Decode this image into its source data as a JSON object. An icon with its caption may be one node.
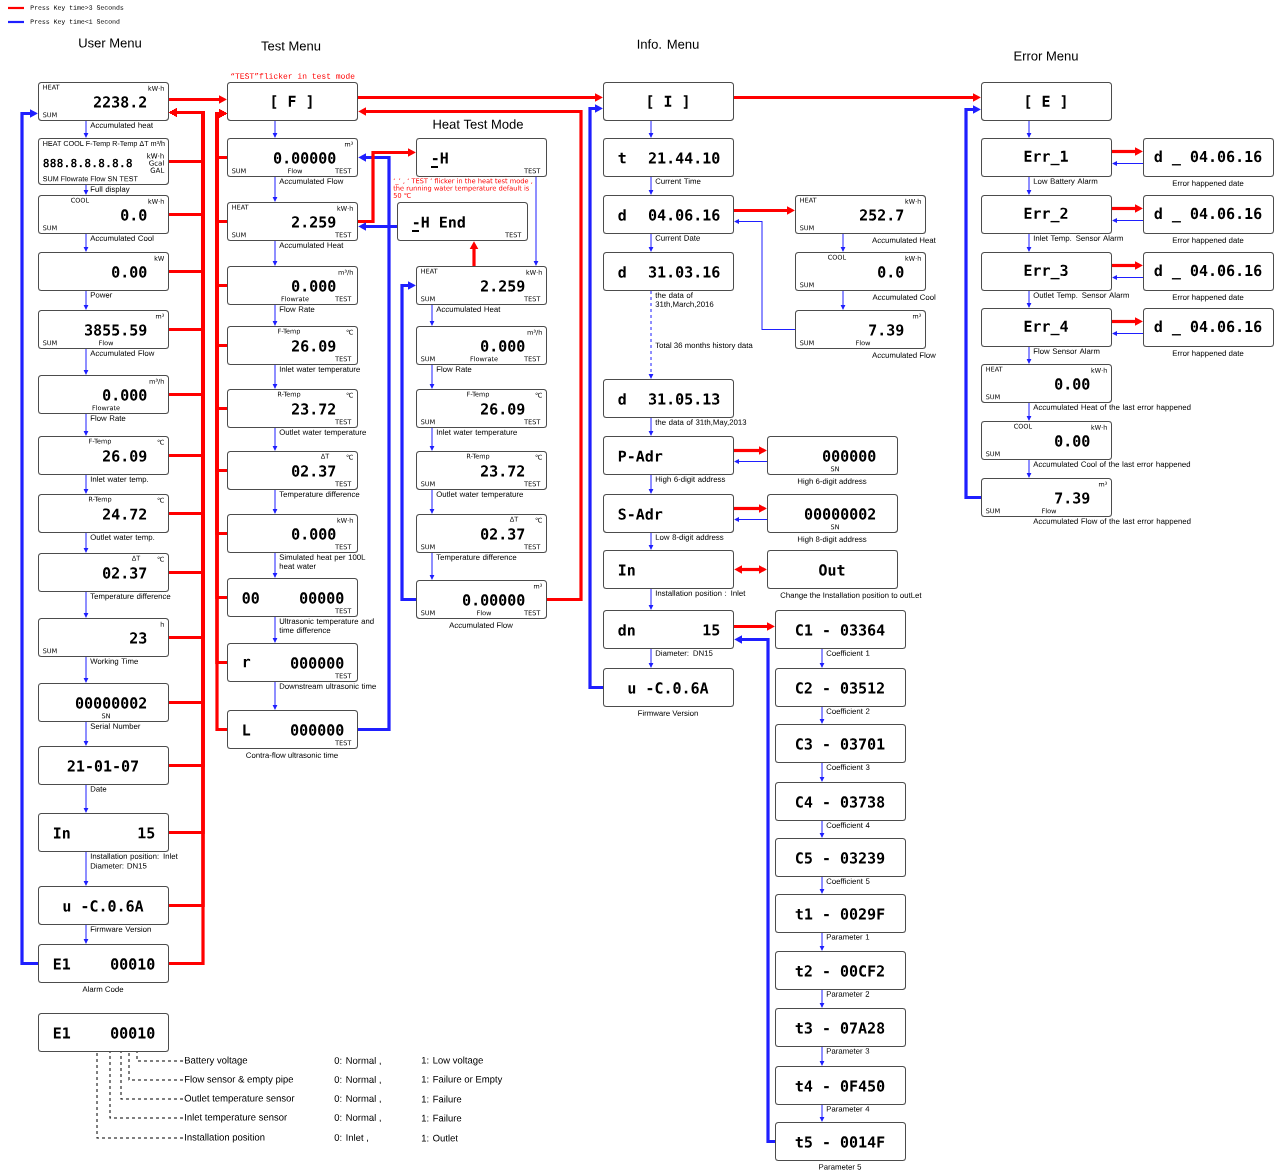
{
  "diagram": {
    "nodes": [
      {
        "text": [
          "HEAT",
          "kW·h",
          "2238.2",
          "SUM"
        ],
        "beside": [
          "Accumulated heat"
        ]
      },
      {
        "text": [
          "HEAT COOL F-Temp R-Temp ΔT m³/h",
          "888.8.8.8.8.8",
          "kW·h Gcal GAL",
          "SUM Flowrate Flow SN TEST"
        ],
        "beside": [
          "Full display"
        ]
      },
      {
        "text": [
          "COOL",
          "kW·h",
          "0.0",
          "SUM"
        ],
        "beside": [
          "Accumulated Cool"
        ]
      },
      {
        "text": [
          "kW",
          "0.00"
        ],
        "beside": [
          "Power"
        ]
      },
      {
        "text": [
          "m³",
          "3855.59",
          "SUM",
          "Flow"
        ],
        "beside": [
          "Accumulated Flow"
        ]
      },
      {
        "text": [
          "m³/h",
          "0.000",
          "Flowrate"
        ],
        "beside": [
          "Flow Rate"
        ]
      },
      {
        "text": [
          "F-Temp",
          "℃",
          "26.09"
        ],
        "beside": [
          "Inlet water temp."
        ]
      },
      {
        "text": [
          "R-Temp",
          "℃",
          "24.72"
        ],
        "beside": [
          "Outlet water temp."
        ]
      },
      {
        "text": [
          "ΔT",
          "℃",
          "02.37"
        ],
        "beside": [
          "Temperature difference"
        ]
      },
      {
        "text": [
          "h",
          "23",
          "SUM"
        ],
        "beside": [
          "Working Time"
        ]
      },
      {
        "text": [
          "00000002",
          "SN"
        ],
        "beside": [
          "Serial Number"
        ]
      },
      {
        "text": [
          "21-01-07"
        ],
        "beside": [
          "Date"
        ]
      },
      {
        "text": [
          "In",
          "15"
        ],
        "beside": [
          "Installation position: Inlet",
          "Diameter: DN15"
        ]
      },
      {
        "text": [
          "u -C.0.6A"
        ],
        "beside": [
          "Firmware Version"
        ]
      },
      {
        "text": [
          "E1",
          "00010"
        ],
        "beside": [
          "Alarm Code"
        ]
      },
      {
        "text": [
          "[ F ]"
        ],
        "beside": [
          "“TEST”flicker in test mode"
        ]
      },
      {
        "text": [
          "m³",
          "0.00000",
          "SUM",
          "Flow",
          "TEST"
        ],
        "beside": [
          "Accumulated Flow"
        ]
      },
      {
        "text": [
          "HEAT",
          "kW·h",
          "2.259",
          "SUM",
          "TEST"
        ],
        "beside": [
          "Accumulated Heat"
        ]
      },
      {
        "text": [
          "m³/h",
          "0.000",
          "Flowrate",
          "TEST"
        ],
        "beside": [
          "Flow Rate"
        ]
      },
      {
        "text": [
          "F-Temp",
          "℃",
          "26.09",
          "TEST"
        ],
        "beside": [
          "Inlet water temperature"
        ]
      },
      {
        "text": [
          "R-Temp",
          "℃",
          "23.72",
          "TEST"
        ],
        "beside": [
          "Outlet water temperature"
        ]
      },
      {
        "text": [
          "ΔT",
          "℃",
          "02.37",
          "TEST"
        ],
        "beside": [
          "Temperature difference"
        ]
      },
      {
        "text": [
          "kW·h",
          "0.000",
          "TEST"
        ],
        "beside": [
          "Simulated heat per 100L heat water"
        ]
      },
      {
        "text": [
          "00",
          "00000",
          "TEST"
        ],
        "beside": [
          "Ultrasonic temperature and time difference"
        ]
      },
      {
        "text": [
          "r",
          "000000",
          "TEST"
        ],
        "beside": [
          "Downstream ultrasonic time"
        ]
      },
      {
        "text": [
          "L",
          "000000",
          "TEST"
        ],
        "beside": [
          "Contra-flow ultrasonic time"
        ]
      },
      {
        "text": [
          "-H",
          "TEST"
        ]
      },
      {
        "text": [
          "-H End",
          "TEST"
        ]
      },
      {
        "text": [
          "HEAT",
          "kW·h",
          "2.259",
          "SUM",
          "TEST"
        ],
        "beside": [
          "Accumulated Heat"
        ]
      },
      {
        "text": [
          "m³/h",
          "0.000",
          "SUM",
          "Flowrate",
          "TEST"
        ],
        "beside": [
          "Flow Rate"
        ]
      },
      {
        "text": [
          "F-Temp",
          "℃",
          "26.09",
          "SUM",
          "TEST"
        ],
        "beside": [
          "Inlet water temperature"
        ]
      },
      {
        "text": [
          "R-Temp",
          "℃",
          "23.72",
          "SUM",
          "TEST"
        ],
        "beside": [
          "Outlet water temperature"
        ]
      },
      {
        "text": [
          "ΔT",
          "℃",
          "02.37",
          "SUM",
          "TEST"
        ],
        "beside": [
          "Temperature difference"
        ]
      },
      {
        "text": [
          "m³",
          "0.00000",
          "SUM",
          "Flow",
          "TEST"
        ],
        "beside": [
          "Accumulated Flow"
        ]
      },
      {
        "text": [
          "[ I ]"
        ]
      },
      {
        "text": [
          "t",
          "21.44.10"
        ],
        "beside": [
          "Current Time"
        ]
      },
      {
        "text": [
          "d",
          "04.06.16"
        ],
        "beside": [
          "Current Date"
        ]
      },
      {
        "text": [
          "d",
          "31.03.16"
        ],
        "beside": [
          "the data of 31th,March,2016"
        ]
      },
      {
        "text": [
          "d",
          "31.05.13"
        ],
        "beside": [
          "the data of 31th,May,2013"
        ]
      },
      {
        "text": [
          "P-Adr"
        ],
        "beside": [
          "High 6-digit address"
        ]
      },
      {
        "text": [
          "S-Adr"
        ],
        "beside": [
          "Low 8-digit address"
        ]
      },
      {
        "text": [
          "In"
        ],
        "beside": [
          "Installation position : Inlet"
        ]
      },
      {
        "text": [
          "dn",
          "15"
        ],
        "beside": [
          "Diameter: DN15"
        ]
      },
      {
        "text": [
          "u -C.0.6A"
        ],
        "beside": [
          "Firmware Version"
        ]
      },
      {
        "text": [
          "HEAT",
          "kW·h",
          "252.7",
          "SUM"
        ],
        "beside": [
          "Accumulated Heat"
        ]
      },
      {
        "text": [
          "COOL",
          "kW·h",
          "0.0",
          "SUM"
        ],
        "beside": [
          "Accumulated Cool"
        ]
      },
      {
        "text": [
          "m³",
          "7.39",
          "SUM",
          "Flow"
        ],
        "beside": [
          "Accumulated Flow"
        ]
      },
      {
        "text": [
          "000000",
          "SN"
        ],
        "beside": [
          "High 6-digit address"
        ]
      },
      {
        "text": [
          "00000002",
          "SN"
        ],
        "beside": [
          "High 8-digit address"
        ]
      },
      {
        "text": [
          "Out"
        ],
        "beside": [
          "Change the Installation position to outLet"
        ]
      },
      {
        "text": [
          "C1 - 03364"
        ],
        "beside": [
          "Coefficient 1"
        ]
      },
      {
        "text": [
          "C2 - 03512"
        ],
        "beside": [
          "Coefficient 2"
        ]
      },
      {
        "text": [
          "C3 - 03701"
        ],
        "beside": [
          "Coefficient 3"
        ]
      },
      {
        "text": [
          "C4 - 03738"
        ],
        "beside": [
          "Coefficient 4"
        ]
      },
      {
        "text": [
          "C5 - 03239"
        ],
        "beside": [
          "Coefficient 5"
        ]
      },
      {
        "text": [
          "t1 - 0029F"
        ],
        "beside": [
          "Parameter 1"
        ]
      },
      {
        "text": [
          "t2 - 00CF2"
        ],
        "beside": [
          "Parameter 2"
        ]
      },
      {
        "text": [
          "t3 - 07A28"
        ],
        "beside": [
          "Parameter 3"
        ]
      },
      {
        "text": [
          "t4 - 0F450"
        ],
        "beside": [
          "Parameter 4"
        ]
      },
      {
        "text": [
          "t5 - 0014F"
        ],
        "beside": [
          "Parameter 5"
        ]
      },
      {
        "text": [
          "[ E ]"
        ]
      },
      {
        "text": [
          "Err_1"
        ],
        "beside": [
          "Low Battery Alarm"
        ]
      },
      {
        "text": [
          "Err_2"
        ],
        "beside": [
          "Inlet Temp. Sensor Alarm"
        ]
      },
      {
        "text": [
          "Err_3"
        ],
        "beside": [
          "Outlet Temp. Sensor Alarm"
        ]
      },
      {
        "text": [
          "Err_4"
        ],
        "beside": [
          "Flow Sensor Alarm"
        ]
      },
      {
        "text": [
          "HEAT",
          "kW·h",
          "0.00",
          "SUM"
        ],
        "beside": [
          "Accumulated Heat of the last error happened"
        ]
      },
      {
        "text": [
          "COOL",
          "kW·h",
          "0.00",
          "SUM"
        ],
        "beside": [
          "Accumulated Cool of the last error happened"
        ]
      },
      {
        "text": [
          "m³",
          "7.39",
          "SUM",
          "Flow"
        ],
        "beside": [
          "Accumulated Flow of the last error happened"
        ]
      },
      {
        "text": [
          "d _ 04.06.16"
        ],
        "beside": [
          "Error happened date"
        ]
      },
      {
        "text": [
          "d _ 04.06.16"
        ],
        "beside": [
          "Error happened date"
        ]
      },
      {
        "text": [
          "d _ 04.06.16"
        ],
        "beside": [
          "Error happened date"
        ]
      },
      {
        "text": [
          "d _ 04.06.16"
        ],
        "beside": [
          "Error happened date"
        ]
      },
      {
        "text": [
          "E1",
          "00010"
        ]
      },
      {
        "text": [
          "Battery voltage"
        ]
      },
      {
        "text": [
          "Flow sensor & empty pipe"
        ]
      },
      {
        "text": [
          "Outlet temperature sensor"
        ]
      },
      {
        "text": [
          "Inlet temperature sensor"
        ]
      },
      {
        "text": [
          "Installation position"
        ]
      }
    ],
    "edges": [
      {
        "from": 0,
        "to": 15,
        "arrow": "to",
        "style": "thick",
        "color": "#ff0000"
      },
      {
        "from": 0,
        "to": 1,
        "arrow": "to"
      },
      {
        "from": 1,
        "to": 2,
        "arrow": "to"
      },
      {
        "from": 2,
        "to": 3,
        "arrow": "to"
      },
      {
        "from": 3,
        "to": 4,
        "arrow": "to"
      },
      {
        "from": 4,
        "to": 5,
        "arrow": "to"
      },
      {
        "from": 5,
        "to": 6,
        "arrow": "to"
      },
      {
        "from": 6,
        "to": 7,
        "arrow": "to"
      },
      {
        "from": 7,
        "to": 8,
        "arrow": "to"
      },
      {
        "from": 8,
        "to": 9,
        "arrow": "to"
      },
      {
        "from": 9,
        "to": 10,
        "arrow": "to"
      },
      {
        "from": 10,
        "to": 11,
        "arrow": "to"
      },
      {
        "from": 11,
        "to": 12,
        "arrow": "to"
      },
      {
        "from": 12,
        "to": 13,
        "arrow": "to"
      },
      {
        "from": 13,
        "to": 14,
        "arrow": "to"
      },
      {
        "from": 1,
        "to": 0,
        "arrow": "to",
        "style": "thick",
        "color": "#ff0000"
      },
      {
        "from": 2,
        "to": 0,
        "arrow": "to",
        "style": "thick",
        "color": "#ff0000"
      },
      {
        "from": 3,
        "to": 0,
        "arrow": "to",
        "style": "thick",
        "color": "#ff0000"
      },
      {
        "from": 4,
        "to": 0,
        "arrow": "to",
        "style": "thick",
        "color": "#ff0000"
      },
      {
        "from": 5,
        "to": 0,
        "arrow": "to",
        "style": "thick",
        "color": "#ff0000"
      },
      {
        "from": 6,
        "to": 0,
        "arrow": "to",
        "style": "thick",
        "color": "#ff0000"
      },
      {
        "from": 7,
        "to": 0,
        "arrow": "to",
        "style": "thick",
        "color": "#ff0000"
      },
      {
        "from": 8,
        "to": 0,
        "arrow": "to",
        "style": "thick",
        "color": "#ff0000"
      },
      {
        "from": 9,
        "to": 0,
        "arrow": "to",
        "style": "thick",
        "color": "#ff0000"
      },
      {
        "from": 10,
        "to": 0,
        "arrow": "to",
        "style": "thick",
        "color": "#ff0000"
      },
      {
        "from": 11,
        "to": 0,
        "arrow": "to",
        "style": "thick",
        "color": "#ff0000"
      },
      {
        "from": 12,
        "to": 0,
        "arrow": "to",
        "style": "thick",
        "color": "#ff0000"
      },
      {
        "from": 13,
        "to": 0,
        "arrow": "to",
        "style": "thick",
        "color": "#ff0000"
      },
      {
        "from": 14,
        "to": 0,
        "arrow": "to",
        "style": "thick",
        "color": "#ff0000"
      },
      {
        "from": 14,
        "to": 0,
        "arrow": "to",
        "style": "thick"
      },
      {
        "from": 15,
        "to": 16,
        "arrow": "to"
      },
      {
        "from": 16,
        "to": 17,
        "arrow": "to"
      },
      {
        "from": 17,
        "to": 18,
        "arrow": "to"
      },
      {
        "from": 18,
        "to": 19,
        "arrow": "to"
      },
      {
        "from": 19,
        "to": 20,
        "arrow": "to"
      },
      {
        "from": 20,
        "to": 21,
        "arrow": "to"
      },
      {
        "from": 21,
        "to": 22,
        "arrow": "to"
      },
      {
        "from": 22,
        "to": 23,
        "arrow": "to"
      },
      {
        "from": 23,
        "to": 24,
        "arrow": "to"
      },
      {
        "from": 24,
        "to": 25,
        "arrow": "to"
      },
      {
        "from": 16,
        "to": 15,
        "arrow": "to",
        "style": "thick",
        "color": "#ff0000"
      },
      {
        "from": 17,
        "to": 15,
        "arrow": "to",
        "style": "thick",
        "color": "#ff0000"
      },
      {
        "from": 18,
        "to": 15,
        "arrow": "to",
        "style": "thick",
        "color": "#ff0000"
      },
      {
        "from": 19,
        "to": 15,
        "arrow": "to",
        "style": "thick",
        "color": "#ff0000"
      },
      {
        "from": 20,
        "to": 15,
        "arrow": "to",
        "style": "thick",
        "color": "#ff0000"
      },
      {
        "from": 21,
        "to": 15,
        "arrow": "to",
        "style": "thick",
        "color": "#ff0000"
      },
      {
        "from": 22,
        "to": 15,
        "arrow": "to",
        "style": "thick",
        "color": "#ff0000"
      },
      {
        "from": 23,
        "to": 15,
        "arrow": "to",
        "style": "thick",
        "color": "#ff0000"
      },
      {
        "from": 24,
        "to": 15,
        "arrow": "to",
        "style": "thick",
        "color": "#ff0000"
      },
      {
        "from": 25,
        "to": 15,
        "arrow": "to",
        "style": "thick",
        "color": "#ff0000"
      },
      {
        "from": 25,
        "to": 16,
        "arrow": "to",
        "style": "thick"
      },
      {
        "from": 15,
        "to": 34,
        "arrow": "to",
        "style": "thick",
        "color": "#ff0000"
      },
      {
        "from": 33,
        "to": 15,
        "arrow": "to",
        "style": "thick",
        "color": "#ff0000"
      },
      {
        "from": 17,
        "to": 26,
        "arrow": "to",
        "style": "thick",
        "color": "#ff0000"
      },
      {
        "from": 27,
        "to": 17,
        "arrow": "to",
        "style": "thick"
      },
      {
        "from": 26,
        "to": 28,
        "arrow": "to"
      },
      {
        "from": 28,
        "to": 27,
        "arrow": "to",
        "style": "thick",
        "color": "#ff0000"
      },
      {
        "from": 28,
        "to": 29,
        "arrow": "to"
      },
      {
        "from": 29,
        "to": 30,
        "arrow": "to"
      },
      {
        "from": 30,
        "to": 31,
        "arrow": "to"
      },
      {
        "from": 31,
        "to": 32,
        "arrow": "to"
      },
      {
        "from": 32,
        "to": 33,
        "arrow": "to"
      },
      {
        "from": 33,
        "to": 28,
        "arrow": "to",
        "style": "thick"
      },
      {
        "from": 34,
        "to": 35,
        "arrow": "to"
      },
      {
        "from": 35,
        "to": 36,
        "arrow": "to"
      },
      {
        "from": 36,
        "to": 37,
        "arrow": "to"
      },
      {
        "from": 37,
        "to": 38,
        "arrow": "to",
        "style": "dashed",
        "label": "Total 36 months history data"
      },
      {
        "from": 38,
        "to": 39,
        "arrow": "to"
      },
      {
        "from": 39,
        "to": 40,
        "arrow": "to"
      },
      {
        "from": 40,
        "to": 41,
        "arrow": "to"
      },
      {
        "from": 41,
        "to": 42,
        "arrow": "to"
      },
      {
        "from": 42,
        "to": 43,
        "arrow": "to"
      },
      {
        "from": 43,
        "to": 34,
        "arrow": "to",
        "style": "thick"
      },
      {
        "from": 34,
        "to": 60,
        "arrow": "to",
        "style": "thick",
        "color": "#ff0000"
      },
      {
        "from": 36,
        "to": 44,
        "arrow": "to",
        "style": "thick",
        "color": "#ff0000"
      },
      {
        "from": 44,
        "to": 45,
        "arrow": "to"
      },
      {
        "from": 45,
        "to": 46,
        "arrow": "to"
      },
      {
        "from": 46,
        "to": 36,
        "arrow": "to"
      },
      {
        "from": 39,
        "to": 47,
        "arrow": "to",
        "style": "thick",
        "color": "#ff0000"
      },
      {
        "from": 47,
        "to": 39,
        "arrow": "to"
      },
      {
        "from": 40,
        "to": 48,
        "arrow": "to",
        "style": "thick",
        "color": "#ff0000"
      },
      {
        "from": 48,
        "to": 40,
        "arrow": "to"
      },
      {
        "from": 41,
        "to": 49,
        "arrow": "both",
        "style": "thick",
        "color": "#ff0000"
      },
      {
        "from": 42,
        "to": 50,
        "arrow": "to",
        "style": "thick",
        "color": "#ff0000"
      },
      {
        "from": 50,
        "to": 51,
        "arrow": "to"
      },
      {
        "from": 51,
        "to": 52,
        "arrow": "to"
      },
      {
        "from": 52,
        "to": 53,
        "arrow": "to"
      },
      {
        "from": 53,
        "to": 54,
        "arrow": "to"
      },
      {
        "from": 54,
        "to": 55,
        "arrow": "to"
      },
      {
        "from": 55,
        "to": 56,
        "arrow": "to"
      },
      {
        "from": 56,
        "to": 57,
        "arrow": "to"
      },
      {
        "from": 57,
        "to": 58,
        "arrow": "to"
      },
      {
        "from": 58,
        "to": 59,
        "arrow": "to"
      },
      {
        "from": 59,
        "to": 42,
        "arrow": "to",
        "style": "thick"
      },
      {
        "from": 60,
        "to": 61,
        "arrow": "to"
      },
      {
        "from": 61,
        "to": 62,
        "arrow": "to"
      },
      {
        "from": 62,
        "to": 63,
        "arrow": "to"
      },
      {
        "from": 63,
        "to": 64,
        "arrow": "to"
      },
      {
        "from": 64,
        "to": 65,
        "arrow": "to"
      },
      {
        "from": 65,
        "to": 66,
        "arrow": "to"
      },
      {
        "from": 66,
        "to": 67,
        "arrow": "to"
      },
      {
        "from": 67,
        "to": 60,
        "arrow": "to",
        "style": "thick"
      },
      {
        "from": 61,
        "to": 68,
        "arrow": "to",
        "style": "thick",
        "color": "#ff0000"
      },
      {
        "from": 68,
        "to": 61,
        "arrow": "to"
      },
      {
        "from": 62,
        "to": 69,
        "arrow": "to",
        "style": "thick",
        "color": "#ff0000"
      },
      {
        "from": 69,
        "to": 62,
        "arrow": "to"
      },
      {
        "from": 63,
        "to": 70,
        "arrow": "to",
        "style": "thick",
        "color": "#ff0000"
      },
      {
        "from": 70,
        "to": 63,
        "arrow": "to"
      },
      {
        "from": 64,
        "to": 71,
        "arrow": "to",
        "style": "thick",
        "color": "#ff0000"
      },
      {
        "from": 71,
        "to": 64,
        "arrow": "to"
      },
      {
        "from": 73,
        "to": 72,
        "arrow": "none",
        "style": "dashed",
        "color": "#000000"
      },
      {
        "from": 74,
        "to": 72,
        "arrow": "none",
        "style": "dashed",
        "color": "#000000"
      },
      {
        "from": 75,
        "to": 72,
        "arrow": "none",
        "style": "dashed",
        "color": "#000000"
      },
      {
        "from": 76,
        "to": 72,
        "arrow": "none",
        "style": "dashed",
        "color": "#000000"
      },
      {
        "from": 77,
        "to": 72,
        "arrow": "none",
        "style": "dashed",
        "color": "#000000"
      }
    ],
    "labels": [
      "User Menu",
      "Test Menu",
      "Info. Menu",
      "Error Menu",
      "Heat Test Mode",
      "‘_’ , ‘ TEST ’ flicker in the heat test mode , the running water temperature default is 50 ℃",
      "0: Normal ,",
      "1: Low voltage",
      "0: Normal ,",
      "1: Failure or Empty",
      "0: Normal ,",
      "1: Failure",
      "0: Normal ,",
      "1: Failure",
      "0: Inlet ,",
      "1: Outlet"
    ],
    "legend": [
      {
        "text": "Press Key time>3 Seconds"
      },
      {
        "text": "Press Key time<1 Second"
      }
    ]
  }
}
